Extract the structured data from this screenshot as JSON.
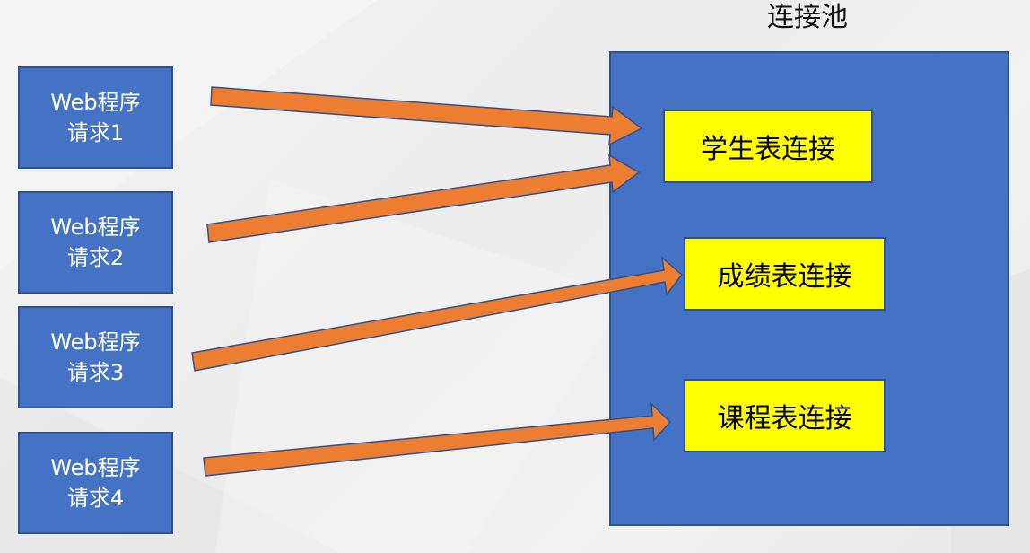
{
  "diagram": {
    "pool_title": "连接池",
    "requests": [
      {
        "line1": "Web程序",
        "line2": "请求1"
      },
      {
        "line1": "Web程序",
        "line2": "请求2"
      },
      {
        "line1": "Web程序",
        "line2": "请求3"
      },
      {
        "line1": "Web程序",
        "line2": "请求4"
      }
    ],
    "connections": [
      {
        "label": "学生表连接"
      },
      {
        "label": "成绩表连接"
      },
      {
        "label": "课程表连接"
      }
    ],
    "arrows": [
      {
        "from": "请求1",
        "to": "学生表连接"
      },
      {
        "from": "请求2",
        "to": "学生表连接"
      },
      {
        "from": "请求3",
        "to": "成绩表连接"
      },
      {
        "from": "请求4",
        "to": "课程表连接"
      }
    ],
    "colors": {
      "request_box": "#4472c4",
      "pool_box": "#4472c4",
      "connection_box": "#ffff00",
      "arrow": "#ed7d31",
      "border": "#2f528f"
    }
  }
}
